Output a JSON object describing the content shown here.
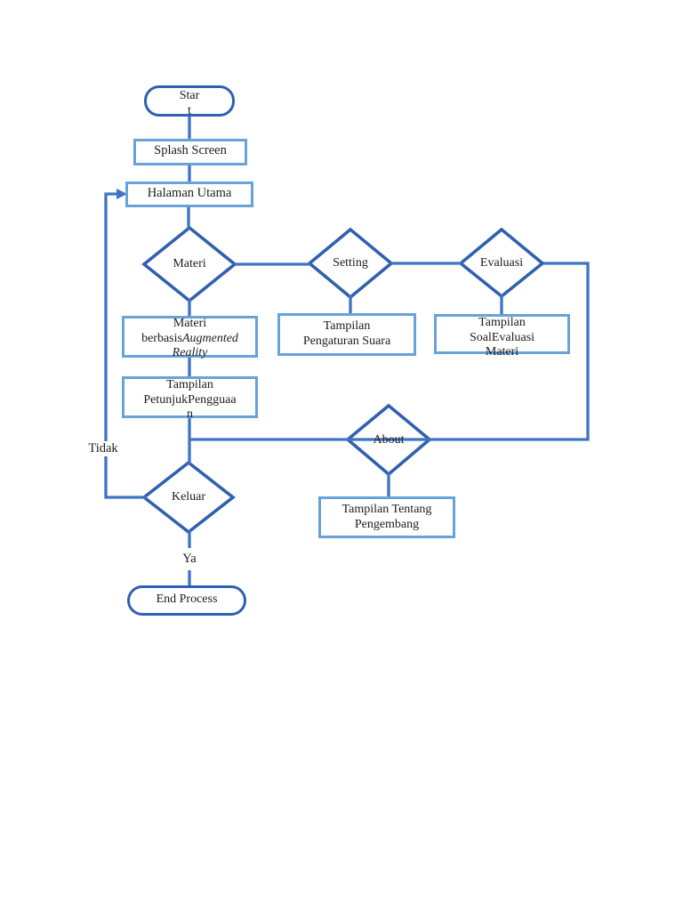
{
  "colors": {
    "shape_outline": "#3060ae",
    "connector": "#3f73c5",
    "process_outline": "#67a2d8",
    "text": "#1c1c1c",
    "page_background": "#ffffff"
  },
  "flowchart": {
    "nodes": {
      "start": {
        "line1": "Star",
        "line2": "t"
      },
      "splash": {
        "label": "Splash Screen"
      },
      "halaman": {
        "label": "Halaman Utama"
      },
      "materi": {
        "label": "Materi"
      },
      "setting": {
        "label": "Setting"
      },
      "evaluasi": {
        "label": "Evaluasi"
      },
      "materi_ar": {
        "line1": "Materi",
        "line2_normal": "berbasis",
        "line2_italic": "Augmented",
        "line3_italic": "Reality"
      },
      "pengaturan": {
        "line1": "Tampilan",
        "line2": "Pengaturan Suara"
      },
      "soal": {
        "line1": "Tampilan",
        "line2": "SoalEvaluasi",
        "line3": "Materi"
      },
      "petunjuk": {
        "line1": "Tampilan",
        "line2": "PetunjukPengguaa",
        "line3": "n"
      },
      "about": {
        "label": "About"
      },
      "keluar": {
        "label": "Keluar"
      },
      "tentang": {
        "line1": "Tampilan Tentang",
        "line2": "Pengembang"
      },
      "end": {
        "label": "End Process"
      }
    },
    "edge_labels": {
      "tidak": "Tidak",
      "ya": "Ya"
    }
  }
}
